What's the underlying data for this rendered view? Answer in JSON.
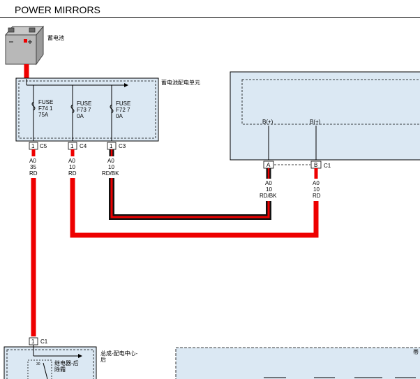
{
  "title": "POWER MIRRORS",
  "battery": {
    "label": "蓄电池"
  },
  "fuse_unit": {
    "label": "蓄电池配电单元",
    "fuses": [
      {
        "l1": "FUSE",
        "l2": "F74 1",
        "l3": "75A"
      },
      {
        "l1": "FUSE",
        "l2": "F73 7",
        "l3": "0A"
      },
      {
        "l1": "FUSE",
        "l2": "F72 7",
        "l3": "0A"
      }
    ],
    "connectors": [
      {
        "pin": "1",
        "name": "C5"
      },
      {
        "pin": "1",
        "name": "C4"
      },
      {
        "pin": "1",
        "name": "C3"
      }
    ]
  },
  "wires": [
    {
      "l1": "A0",
      "l2": "35",
      "l3": "RD"
    },
    {
      "l1": "A0",
      "l2": "10",
      "l3": "RD"
    },
    {
      "l1": "A0",
      "l2": "10",
      "l3": "RD/BK"
    },
    {
      "l1": "A0",
      "l2": "10",
      "l3": "RD/BK"
    },
    {
      "l1": "A0",
      "l2": "10",
      "l3": "RD"
    }
  ],
  "right_module": {
    "pins": [
      "B(+)",
      "B(+)"
    ],
    "connector": {
      "pin_a": "A",
      "pin_b": "B",
      "name": "C1"
    }
  },
  "bottom_left": {
    "connector": {
      "pin": "1",
      "name": "C1"
    },
    "label_l1": "总成-配电中心-",
    "label_l2": "后",
    "relay_l1": "继电器-后",
    "relay_l2": "除霜",
    "terminal": "30"
  },
  "bottom_right": {
    "label": "帯"
  },
  "colors": {
    "wire_red": "#ee0000",
    "wire_black": "#111111",
    "box_fill": "#dbe8f3"
  }
}
